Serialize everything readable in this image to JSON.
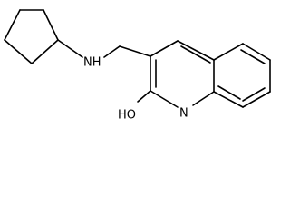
{
  "molecule": {
    "atoms": {
      "amine": "NH",
      "hydroxyl": "HO",
      "ring_nitrogen": "N"
    }
  }
}
